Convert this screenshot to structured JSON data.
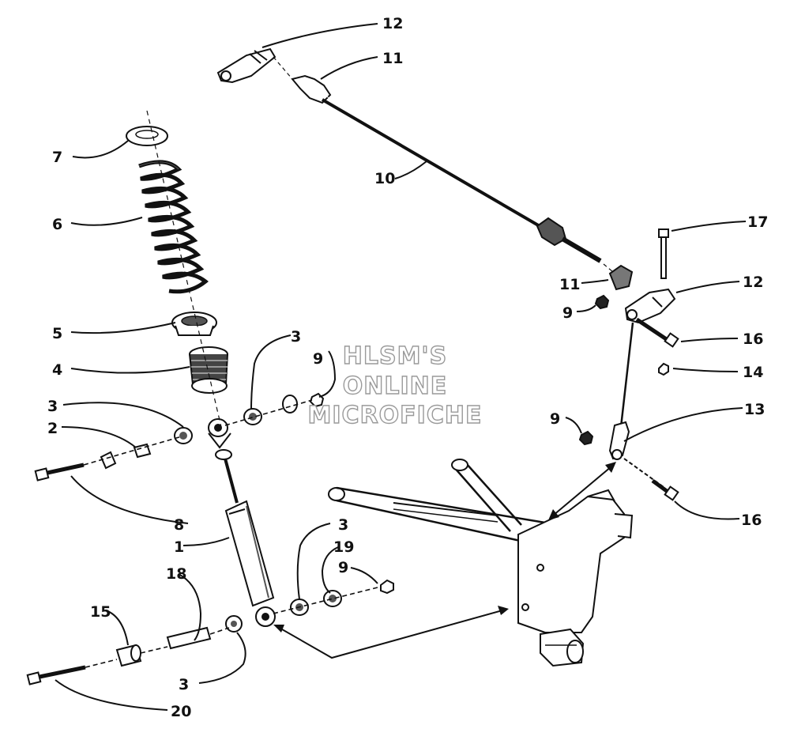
{
  "watermark": {
    "line1": "HLSM'S",
    "line2": "ONLINE",
    "line3": "MICROFICHE"
  },
  "callouts": [
    {
      "id": "c12a",
      "label": "12"
    },
    {
      "id": "c11a",
      "label": "11"
    },
    {
      "id": "c7",
      "label": "7"
    },
    {
      "id": "c10",
      "label": "10"
    },
    {
      "id": "c6",
      "label": "6"
    },
    {
      "id": "c17",
      "label": "17"
    },
    {
      "id": "c11b",
      "label": "11"
    },
    {
      "id": "c12b",
      "label": "12"
    },
    {
      "id": "c9a",
      "label": "9"
    },
    {
      "id": "c5",
      "label": "5"
    },
    {
      "id": "c3a",
      "label": "3"
    },
    {
      "id": "c16a",
      "label": "16"
    },
    {
      "id": "c9b",
      "label": "9"
    },
    {
      "id": "c4",
      "label": "4"
    },
    {
      "id": "c14",
      "label": "14"
    },
    {
      "id": "c3b",
      "label": "3"
    },
    {
      "id": "c13",
      "label": "13"
    },
    {
      "id": "c9c",
      "label": "9"
    },
    {
      "id": "c2",
      "label": "2"
    },
    {
      "id": "c16b",
      "label": "16"
    },
    {
      "id": "c8",
      "label": "8"
    },
    {
      "id": "c3c",
      "label": "3"
    },
    {
      "id": "c19",
      "label": "19"
    },
    {
      "id": "c1",
      "label": "1"
    },
    {
      "id": "c18",
      "label": "18"
    },
    {
      "id": "c9d",
      "label": "9"
    },
    {
      "id": "c15",
      "label": "15"
    },
    {
      "id": "c3d",
      "label": "3"
    },
    {
      "id": "c20",
      "label": "20"
    }
  ]
}
